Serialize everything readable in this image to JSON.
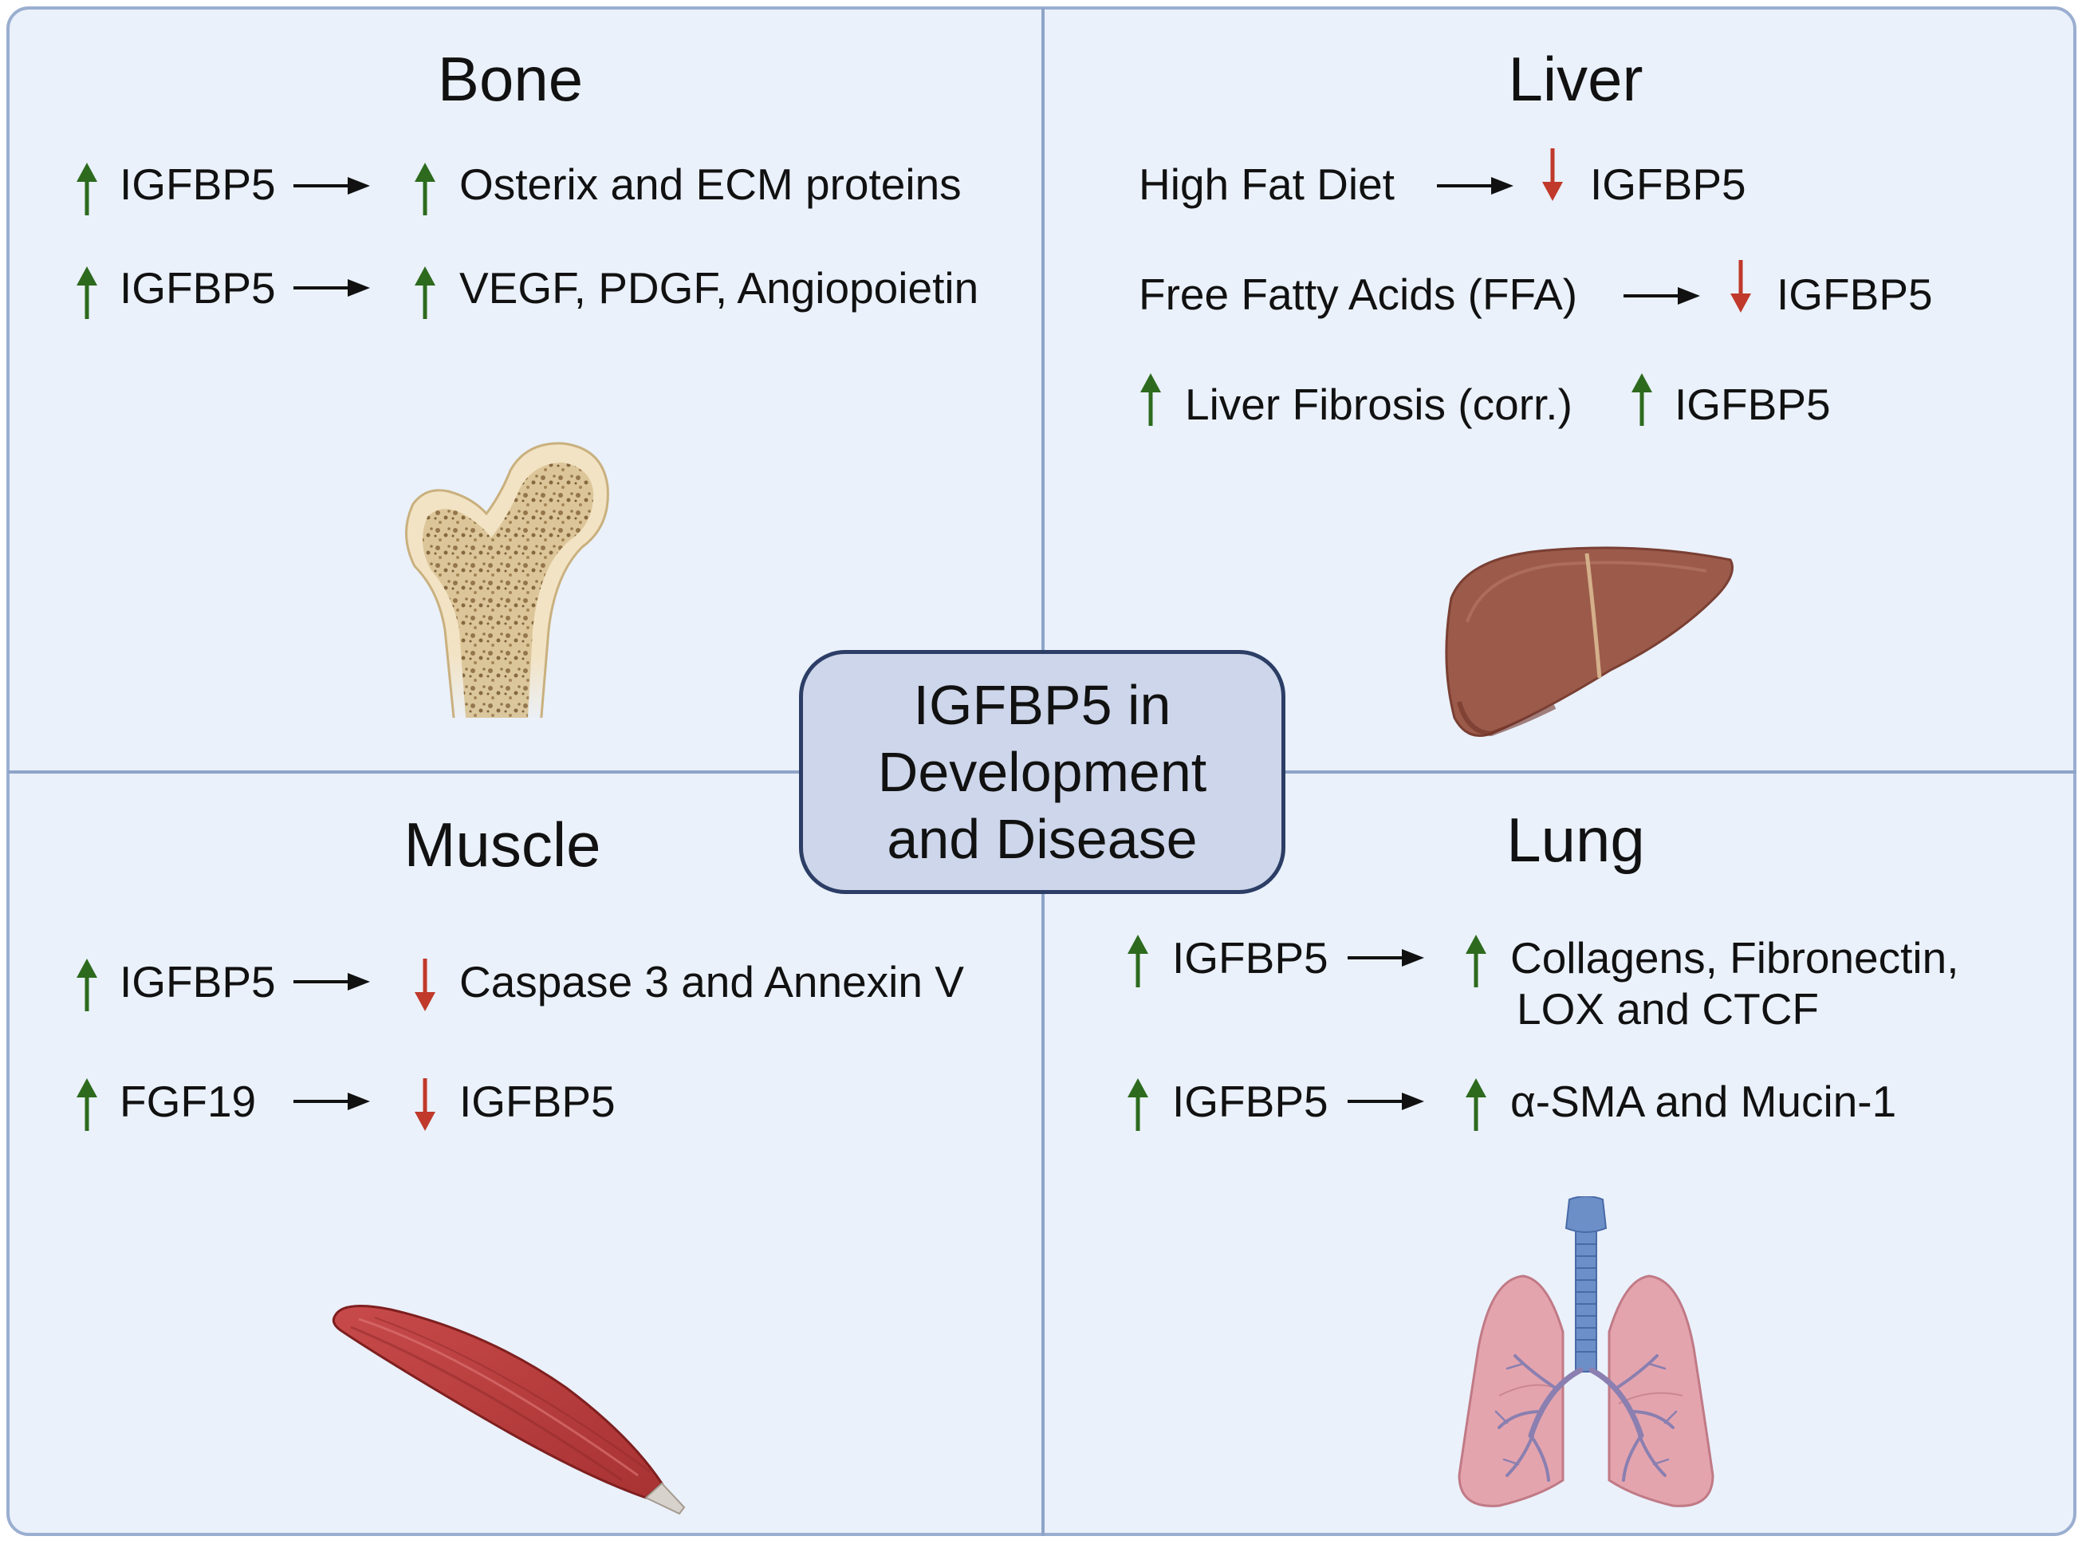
{
  "center": {
    "line1": "IGFBP5 in",
    "line2": "Development",
    "line3": "and Disease"
  },
  "colors": {
    "up_arrow": "#2d6a1e",
    "down_arrow": "#c0392b",
    "arrow": "#111111",
    "panel_bg": "#eaf1fb",
    "border": "#9aaed0",
    "center_fill": "#cdd6ea",
    "center_border": "#2c3e66"
  },
  "bone": {
    "title": "Bone",
    "r1": {
      "a": "IGFBP5",
      "a_dir": "up",
      "b": "Osterix and ECM proteins",
      "b_dir": "up"
    },
    "r2": {
      "a": "IGFBP5",
      "a_dir": "up",
      "b": "VEGF, PDGF, Angiopoietin",
      "b_dir": "up"
    },
    "icon": "femur-bone-icon"
  },
  "liver": {
    "title": "Liver",
    "r1": {
      "a": "High Fat Diet",
      "b": "IGFBP5",
      "b_dir": "down"
    },
    "r2": {
      "a": "Free Fatty Acids (FFA)",
      "b": "IGFBP5",
      "b_dir": "down"
    },
    "r3": {
      "a": "Liver Fibrosis  (corr.)",
      "a_dir": "up",
      "b": "IGFBP5",
      "b_dir": "up"
    },
    "icon": "liver-icon"
  },
  "muscle": {
    "title": "Muscle",
    "r1": {
      "a": "IGFBP5",
      "a_dir": "up",
      "b": "Caspase 3 and Annexin V",
      "b_dir": "down"
    },
    "r2": {
      "a": "FGF19",
      "a_dir": "up",
      "b": "IGFBP5",
      "b_dir": "down"
    },
    "icon": "muscle-icon"
  },
  "lung": {
    "title": "Lung",
    "r1": {
      "a": "IGFBP5",
      "a_dir": "up",
      "b1": "Collagens, Fibronectin,",
      "b2": "LOX and CTCF",
      "b_dir": "up"
    },
    "r2": {
      "a": "IGFBP5",
      "a_dir": "up",
      "b": "α-SMA and Mucin-1",
      "b_dir": "up"
    },
    "icon": "lungs-icon"
  }
}
